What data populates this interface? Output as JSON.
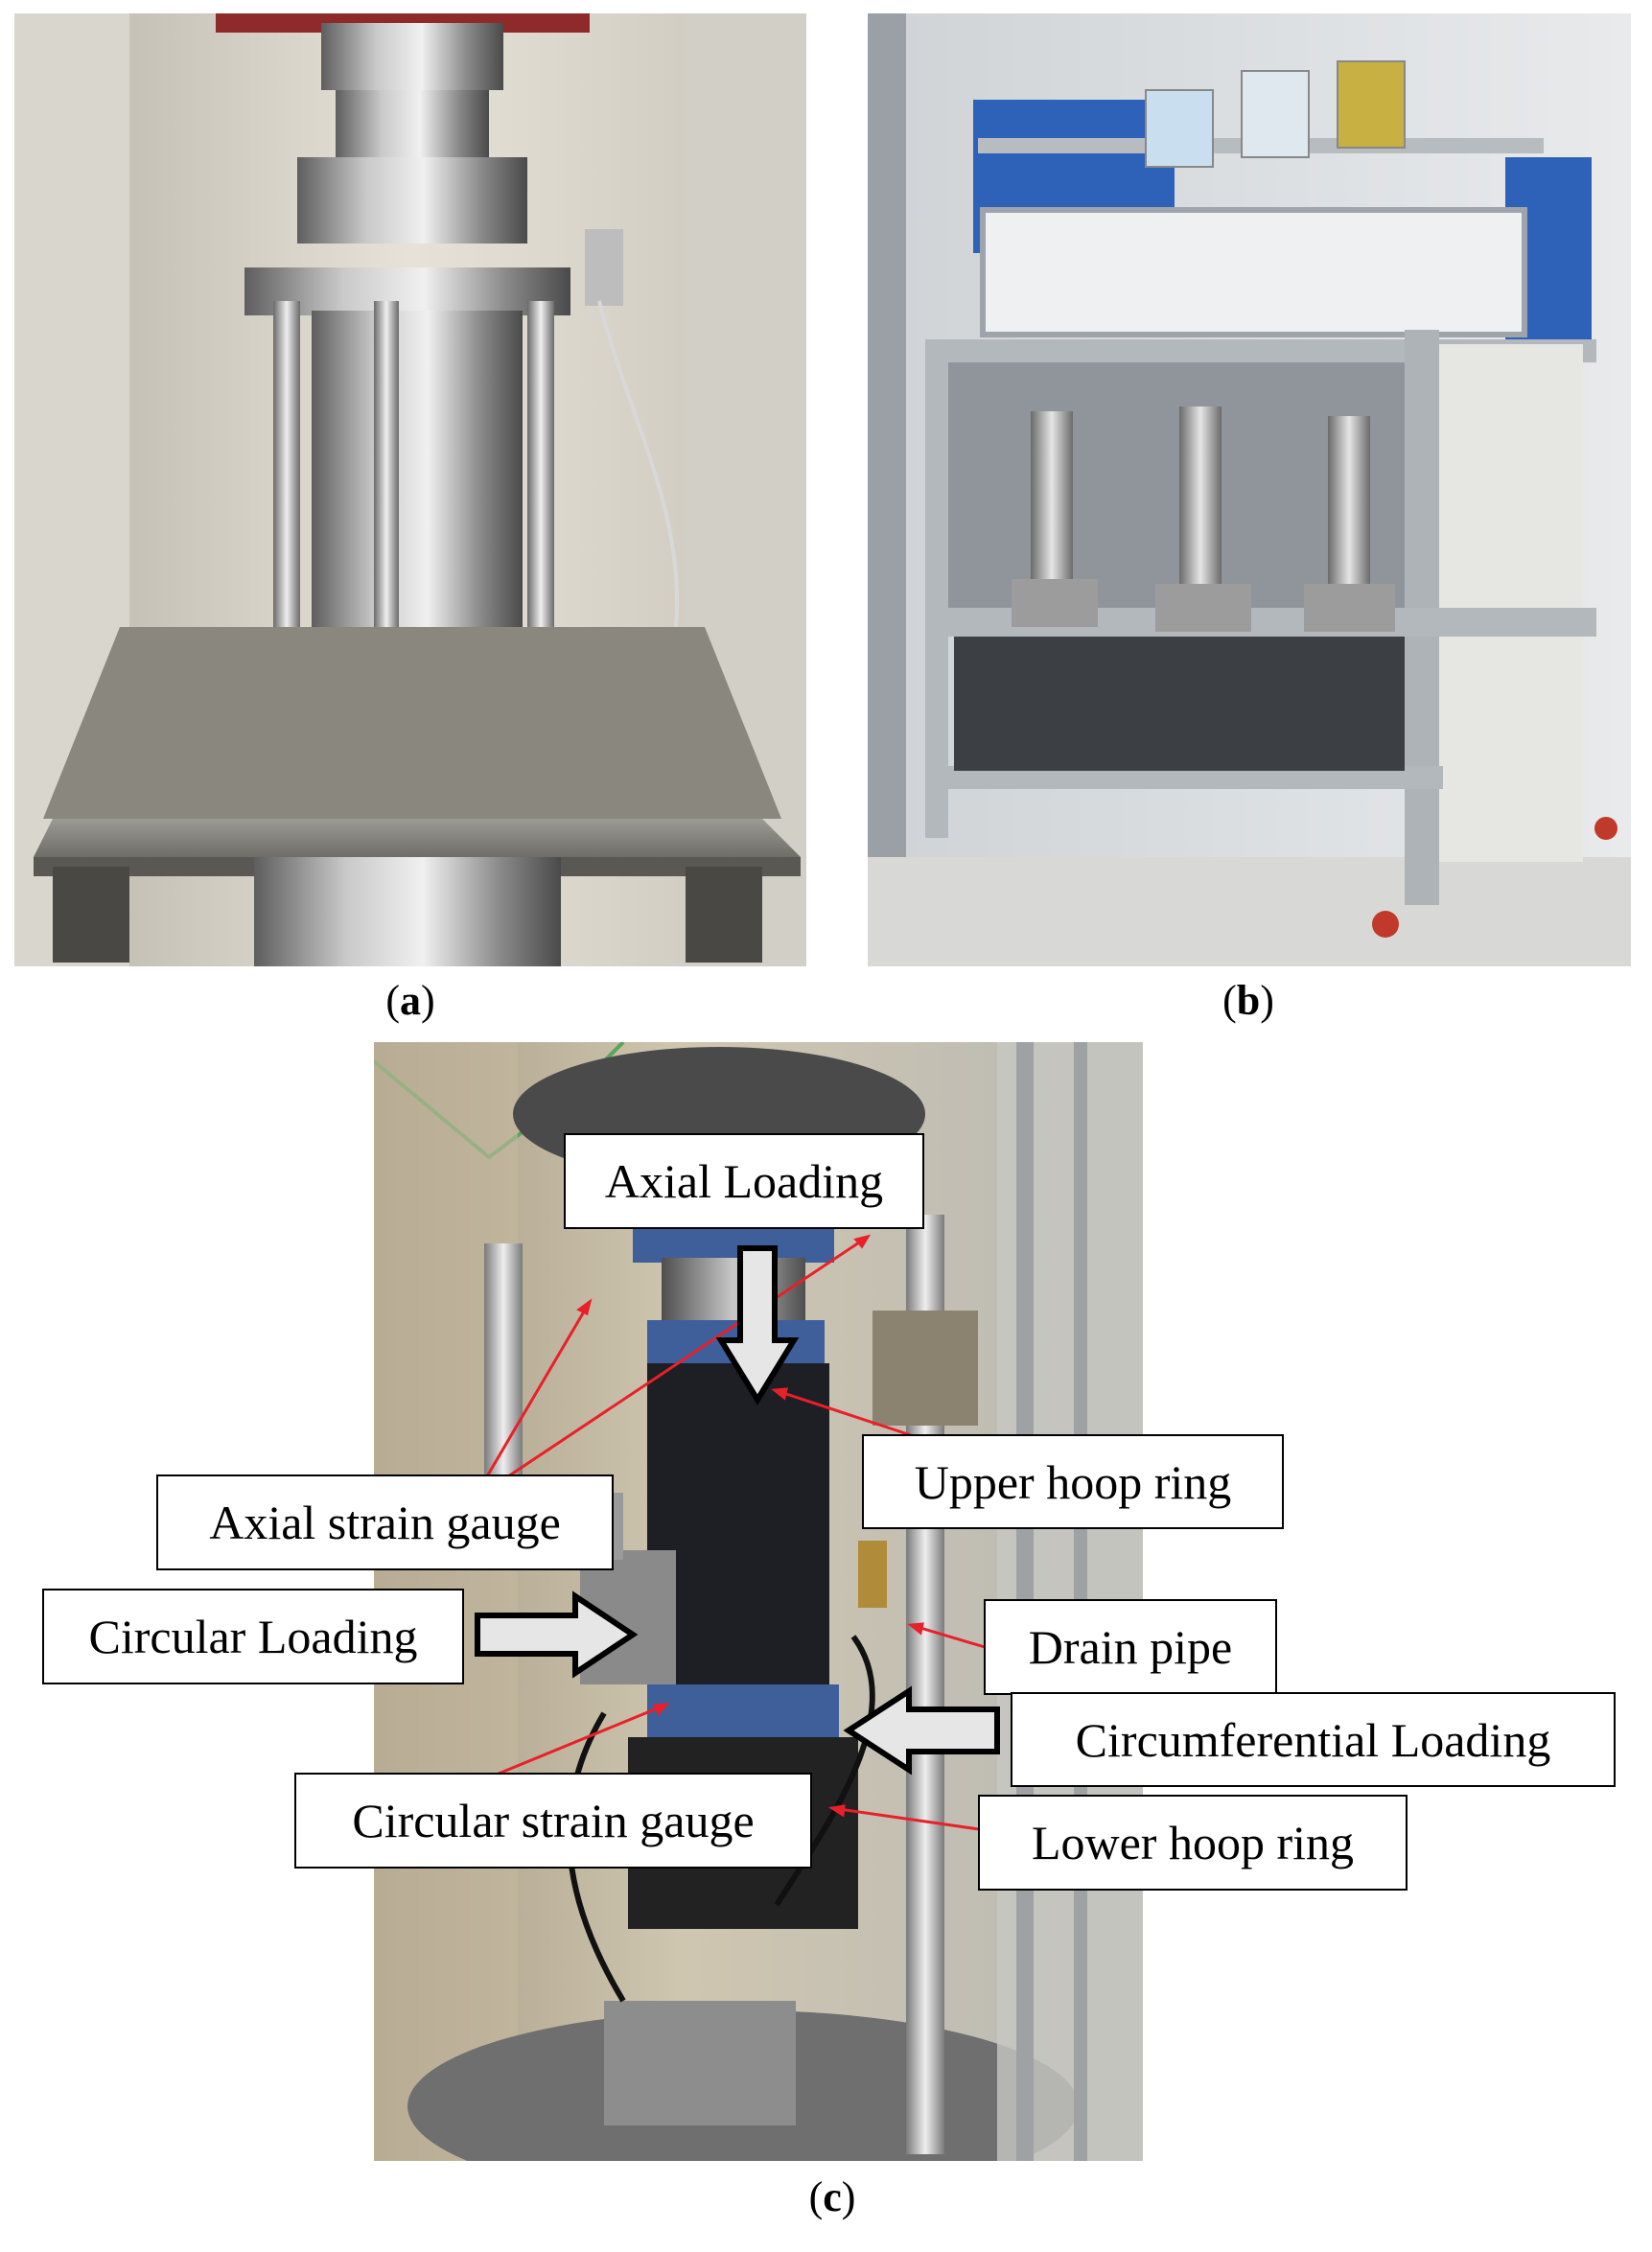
{
  "captions": {
    "a": "a",
    "b": "b",
    "c": "c"
  },
  "labels": {
    "axial_loading": "Axial Loading",
    "axial_strain_gauge": "Axial strain gauge",
    "circular_loading": "Circular Loading",
    "circular_strain_gauge": "Circular strain gauge",
    "upper_hoop_ring": "Upper hoop ring",
    "drain_pipe": "Drain pipe",
    "circumferential_loading": "Circumferential Loading",
    "lower_hoop_ring": "Lower hoop ring"
  },
  "colors": {
    "leader_line": "#e8202a",
    "arrow_fill": "#e6e6e6",
    "arrow_stroke": "#000000"
  }
}
